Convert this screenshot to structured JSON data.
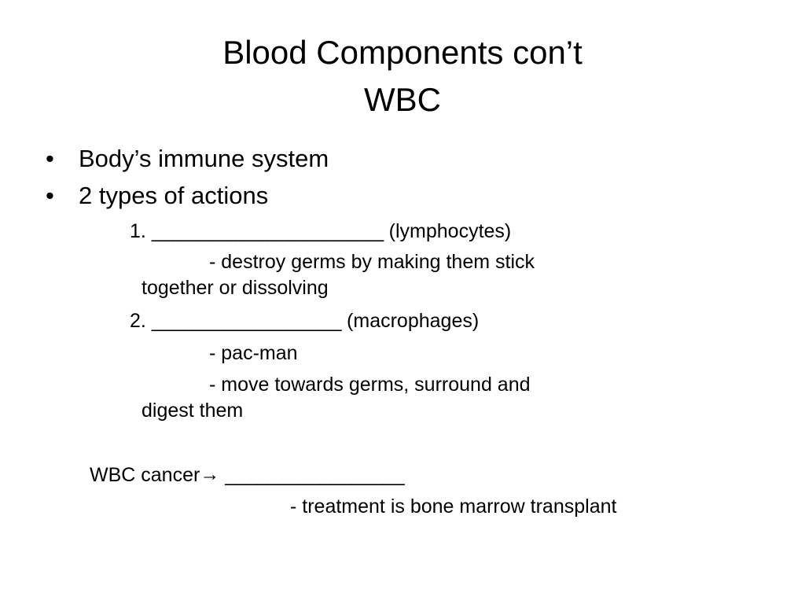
{
  "title": {
    "line1": "Blood Components con’t",
    "line2": "WBC"
  },
  "bullets": [
    {
      "marker": "•",
      "text": "Body’s immune system"
    },
    {
      "marker": "•",
      "text": "2 types of actions"
    }
  ],
  "actions": {
    "item1": {
      "number": "1.",
      "blank": "______________________",
      "label": "(lymphocytes)",
      "detail_line1": "- destroy germs by making them stick",
      "detail_line2": "together or dissolving"
    },
    "item2": {
      "number": "2.",
      "blank": "__________________",
      "label": "(macrophages)",
      "detail_a": "- pac-man",
      "detail_b_line1": "- move towards germs, surround and",
      "detail_b_line2": "digest them"
    }
  },
  "cancer": {
    "label": "WBC cancer",
    "arrow": "→",
    "blank": "_________________",
    "treatment": "- treatment is bone marrow transplant"
  }
}
